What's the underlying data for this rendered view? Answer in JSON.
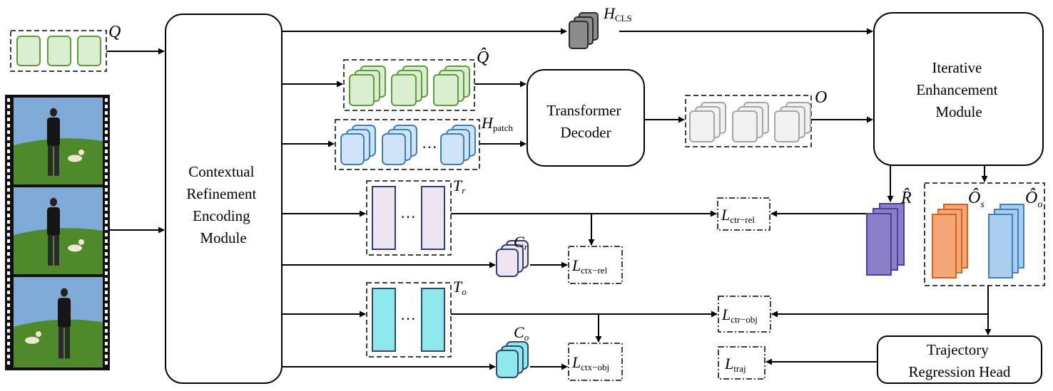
{
  "modules": {
    "encoder": [
      "Contextual",
      "Refinement",
      "Encoding",
      "Module"
    ],
    "decoder": [
      "Transformer",
      "Decoder"
    ],
    "enhancer": [
      "Iterative",
      "Enhancement",
      "Module"
    ],
    "regressor": [
      "Trajectory",
      "Regression Head"
    ]
  },
  "symbols": {
    "Q": "Q",
    "Q_hat": "Q̂",
    "H_cls": "H",
    "H_cls_sub": "CLS",
    "H_patch": "H",
    "H_patch_sub": "patch",
    "O": "O",
    "R_hat": "R̂",
    "O_s": "Ô",
    "O_s_sub": "s",
    "O_o": "Ô",
    "O_o_sub": "o",
    "T_r": "T",
    "T_r_sub": "r",
    "T_o": "T",
    "T_o_sub": "o",
    "C_r": "C",
    "C_r_sub": "r",
    "C_o": "C",
    "C_o_sub": "o",
    "ellipsis": "···"
  },
  "losses": {
    "ctr_rel": {
      "L": "L",
      "sub": "ctr−rel"
    },
    "ctx_rel": {
      "L": "L",
      "sub": "ctx−rel"
    },
    "ctr_obj": {
      "L": "L",
      "sub": "ctr−obj"
    },
    "ctx_obj": {
      "L": "L",
      "sub": "ctx−obj"
    },
    "traj": {
      "L": "L",
      "sub": "traj"
    }
  },
  "colors": {
    "query_fill": "#d9efcf",
    "query_stroke": "#5f9a3c",
    "patch_fill": "#cfe4f7",
    "patch_stroke": "#3f7fc0",
    "cls_fill": "#8c8c8c",
    "cls_stroke": "#2b2b2b",
    "obj_fill": "#f2f2f2",
    "obj_stroke": "#a6a6a6",
    "rel_fill": "#efe4f2",
    "rel_stroke": "#2f3f70",
    "objtext_fill": "#8ee8ec",
    "objtext_stroke": "#2f4a70",
    "rhat_fill": "#8b80c8",
    "rhat_stroke": "#4a3f9a",
    "os_fill": "#f4a774",
    "os_stroke": "#d0642a",
    "oo_fill": "#a9cdee",
    "oo_stroke": "#3f7fc0",
    "sky": "#7faad8",
    "grass": "#4e8a2a"
  },
  "icons": [
    "video-frames-filmstrip-icon"
  ]
}
